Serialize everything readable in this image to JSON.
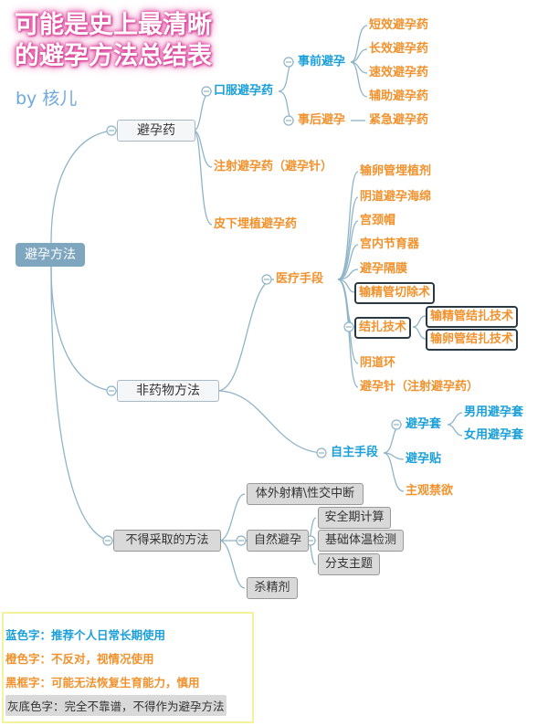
{
  "title": {
    "line1": "可能是史上最清晰",
    "line2": "的避孕方法总结表",
    "byline": "by 核儿"
  },
  "root": "避孕方法",
  "level1": {
    "drug": "避孕药",
    "nondrug": "非药物方法",
    "avoid": "不得采取的方法"
  },
  "drug": {
    "oral": "口服避孕药",
    "before": "事前避孕",
    "before_items": [
      "短效避孕药",
      "长效避孕药",
      "速效避孕药",
      "辅助避孕药"
    ],
    "after": "事后避孕",
    "after_item": "紧急避孕药",
    "injection": "注射避孕药（避孕针）",
    "implant": "皮下埋植避孕药"
  },
  "nondrug": {
    "medical": "医疗手段",
    "medical_items": [
      "输卵管埋植剂",
      "阴道避孕海绵",
      "宫颈帽",
      "宫内节育器",
      "避孕隔膜"
    ],
    "vas": "输精管切除术",
    "ligation": "结扎技术",
    "ligation_items": [
      "输精管结扎技术",
      "输卵管结扎技术"
    ],
    "more_items": [
      "阴道环",
      "避孕针（注射避孕药）"
    ],
    "self": "自主手段",
    "condom": "避孕套",
    "condom_items": [
      "男用避孕套",
      "女用避孕套"
    ],
    "patch": "避孕贴",
    "abstain": "主观禁欲"
  },
  "avoid": {
    "withdrawal": "体外射精\\性交中断",
    "natural": "自然避孕",
    "natural_items": [
      "安全期计算",
      "基础体温检测",
      "分支主题"
    ],
    "spermicide": "杀精剂"
  },
  "legend": {
    "blue": "蓝色字：推荐个人日常长期使用",
    "orange": "橙色字：不反对，视情况使用",
    "black": "黑框字：可能无法恢复生育能力，慎用",
    "gray": "灰底色字：完全不靠谱，不得作为避孕方法"
  },
  "colors": {
    "blue": "#1a9fd8",
    "orange": "#f0922e",
    "root": "#7fa6bf",
    "line": "#8fb4c8",
    "gray_fill": "#d9d9d9",
    "legend_border": "#f4f29a"
  }
}
